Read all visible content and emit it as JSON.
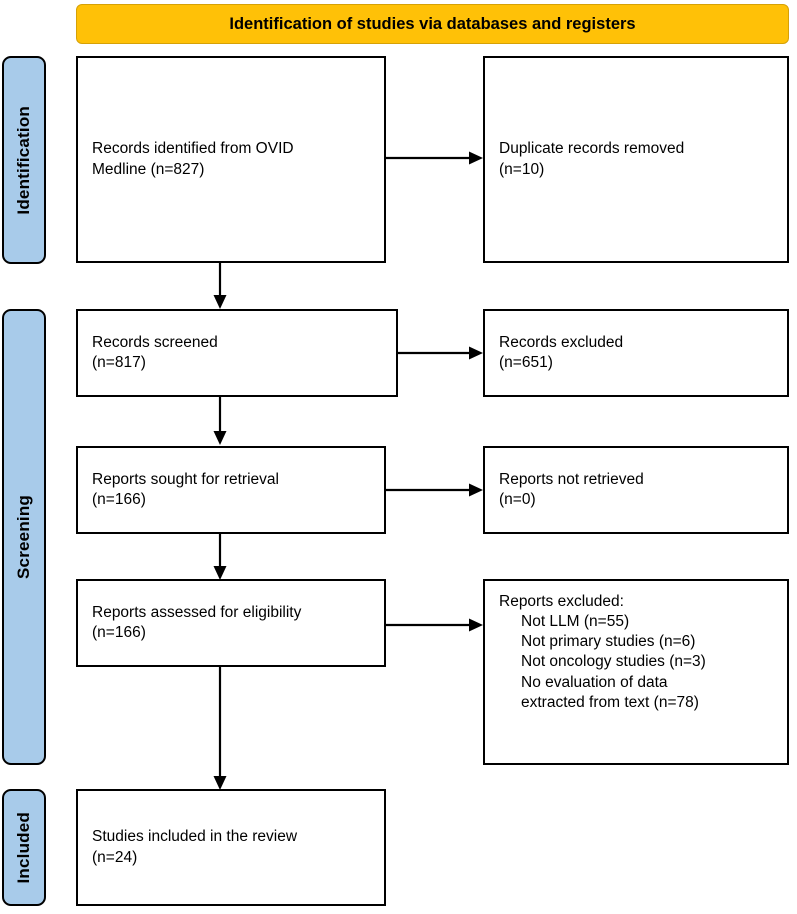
{
  "header": {
    "title": "Identification of studies via databases and registers",
    "background_color": "#ffc107"
  },
  "phases": [
    {
      "id": "identification",
      "label": "Identification",
      "color": "#a8cbea"
    },
    {
      "id": "screening",
      "label": "Screening",
      "color": "#a8cbea"
    },
    {
      "id": "included",
      "label": "Included",
      "color": "#a8cbea"
    }
  ],
  "boxes": {
    "identified": {
      "line1": "Records identified from OVID",
      "line2": "Medline (n=827)"
    },
    "duplicates": {
      "line1": "Duplicate records removed",
      "line2": "(n=10)"
    },
    "screened": {
      "line1": "Records screened",
      "line2": "(n=817)"
    },
    "records_excluded": {
      "line1": "Records excluded",
      "line2": "(n=651)"
    },
    "sought": {
      "line1": "Reports sought for retrieval",
      "line2": "(n=166)"
    },
    "not_retrieved": {
      "line1": "Reports not retrieved",
      "line2": "(n=0)"
    },
    "assessed": {
      "line1": "Reports assessed for eligibility",
      "line2": "(n=166)"
    },
    "reports_excluded": {
      "heading": "Reports excluded:",
      "reasons": [
        "Not LLM (n=55)",
        "Not primary studies (n=6)",
        "Not oncology studies  (n=3)",
        "No evaluation of data",
        "extracted from text (n=78)"
      ]
    },
    "included_review": {
      "line1": "Studies included in the review",
      "line2": "(n=24)"
    }
  },
  "chart_data": {
    "type": "diagram",
    "title": "Identification of studies via databases and registers",
    "nodes": [
      {
        "id": "identified",
        "phase": "Identification",
        "label": "Records identified from OVID Medline",
        "n": 827
      },
      {
        "id": "duplicates",
        "phase": "Identification",
        "label": "Duplicate records removed",
        "n": 10
      },
      {
        "id": "screened",
        "phase": "Screening",
        "label": "Records screened",
        "n": 817
      },
      {
        "id": "records_excluded",
        "phase": "Screening",
        "label": "Records excluded",
        "n": 651
      },
      {
        "id": "sought",
        "phase": "Screening",
        "label": "Reports sought for retrieval",
        "n": 166
      },
      {
        "id": "not_retrieved",
        "phase": "Screening",
        "label": "Reports not retrieved",
        "n": 0
      },
      {
        "id": "assessed",
        "phase": "Screening",
        "label": "Reports assessed for eligibility",
        "n": 166
      },
      {
        "id": "reports_excluded",
        "phase": "Screening",
        "label": "Reports excluded",
        "breakdown": [
          {
            "reason": "Not LLM",
            "n": 55
          },
          {
            "reason": "Not primary studies",
            "n": 6
          },
          {
            "reason": "Not oncology studies",
            "n": 3
          },
          {
            "reason": "No evaluation of data extracted from text",
            "n": 78
          }
        ]
      },
      {
        "id": "included_review",
        "phase": "Included",
        "label": "Studies included in the review",
        "n": 24
      }
    ],
    "edges": [
      {
        "from": "identified",
        "to": "duplicates",
        "direction": "right"
      },
      {
        "from": "identified",
        "to": "screened",
        "direction": "down"
      },
      {
        "from": "screened",
        "to": "records_excluded",
        "direction": "right"
      },
      {
        "from": "screened",
        "to": "sought",
        "direction": "down"
      },
      {
        "from": "sought",
        "to": "not_retrieved",
        "direction": "right"
      },
      {
        "from": "sought",
        "to": "assessed",
        "direction": "down"
      },
      {
        "from": "assessed",
        "to": "reports_excluded",
        "direction": "right"
      },
      {
        "from": "assessed",
        "to": "included_review",
        "direction": "down"
      }
    ]
  }
}
